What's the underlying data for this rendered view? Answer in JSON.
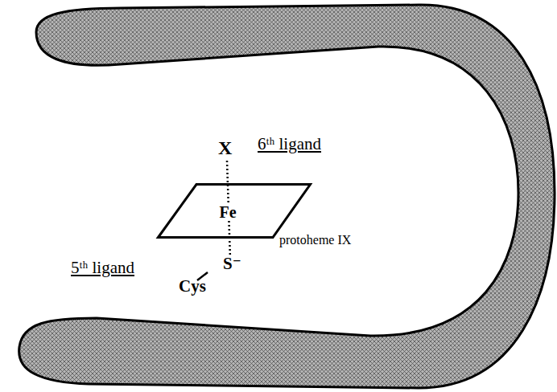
{
  "diagram": {
    "nodes": [
      {
        "text": [
          "Fe",
          "protoheme IX"
        ]
      }
    ],
    "labels": [
      "X",
      "6ᵗʰ ligand",
      "5ᵗʰ ligand",
      "S⁻",
      "Cys"
    ]
  }
}
